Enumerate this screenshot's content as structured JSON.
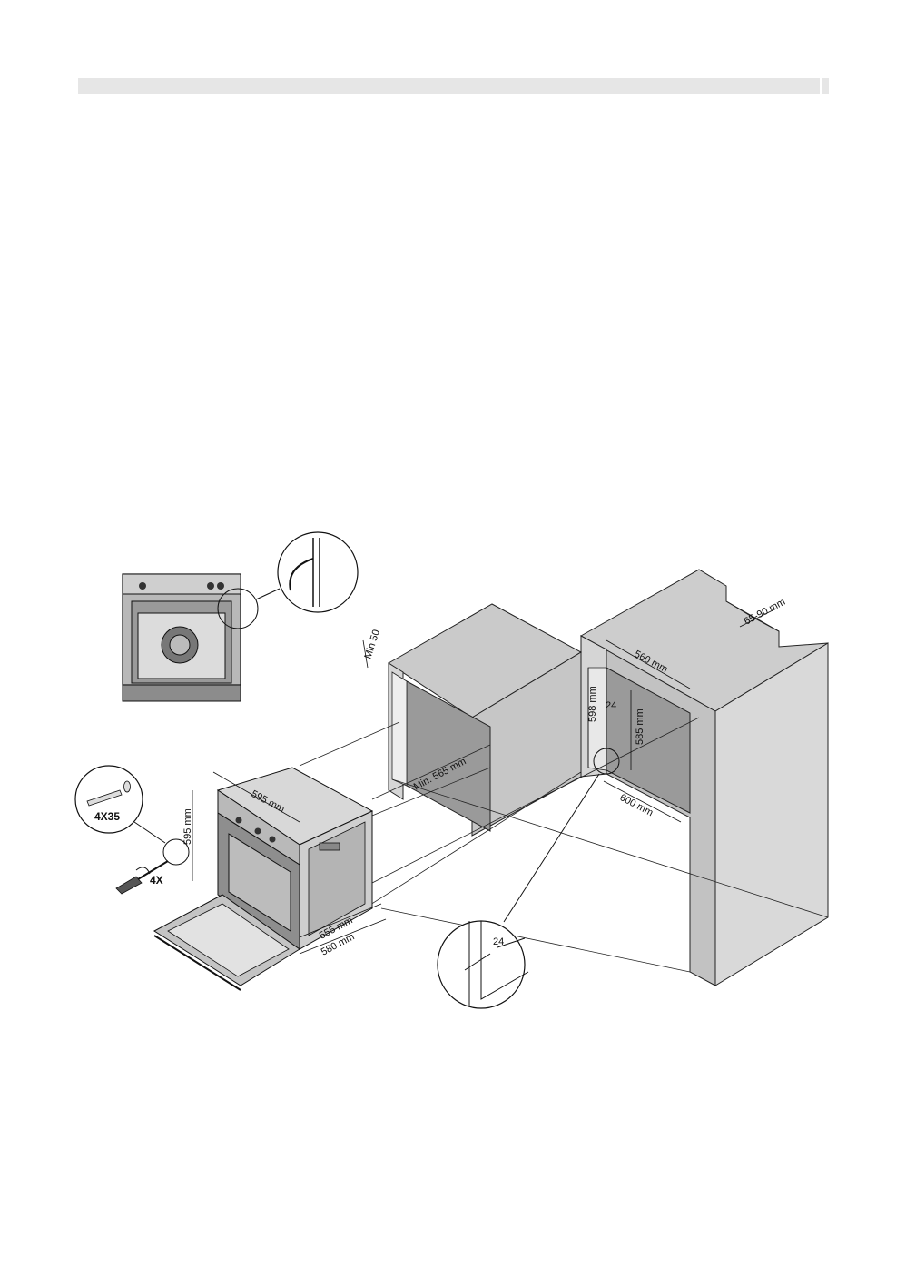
{
  "labels": {
    "cabinet_min_50": "Min 50",
    "cabinet_min_565": "Min. 565 mm",
    "tall_565_90": "65-90 mm",
    "tall_560": "560 mm",
    "tall_598": "598 mm",
    "tall_24": "24",
    "tall_585": "585 mm",
    "tall_600": "600 mm",
    "oven_595_top": "595 mm",
    "oven_595_side": "595 mm",
    "oven_555": "555 mm",
    "oven_580": "580 mm",
    "screw_spec": "4X35",
    "screw_count": "4X",
    "detail_24": "24"
  },
  "colors": {
    "cabinet_fill": "#c8c8c8",
    "cabinet_side": "#dedede",
    "cabinet_top": "#d4d4d4",
    "recess": "#9a9a9a",
    "line": "#1a1a1a",
    "header_bar": "#e6e6e6"
  },
  "icons": [
    "screw-icon",
    "dowel-icon",
    "screwdriver-icon",
    "oven-front-icon",
    "oven-iso-icon"
  ]
}
